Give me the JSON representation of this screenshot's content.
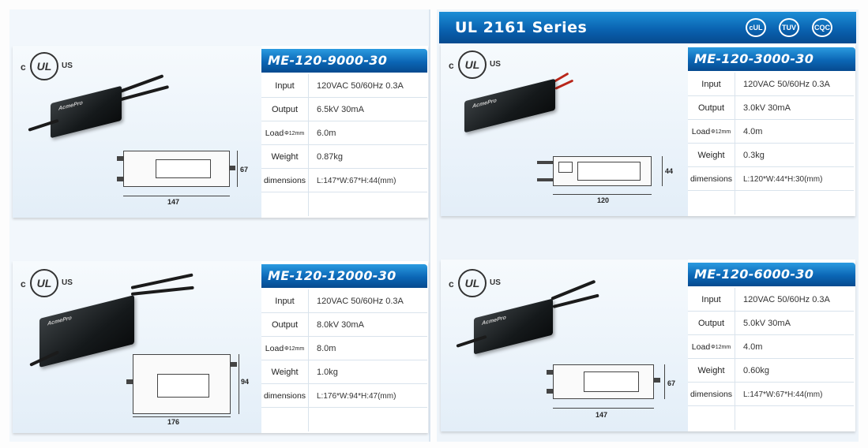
{
  "series": {
    "title": "UL 2161 Series",
    "certs": [
      "cUL",
      "TUV",
      "CQC"
    ]
  },
  "ul_mark": {
    "c": "c",
    "ul": "UL",
    "us": "US"
  },
  "spec_labels": {
    "input": "Input",
    "output": "Output",
    "load": "Load",
    "load_sub": "Φ12mm",
    "weight": "Weight",
    "dimensions": "dimensions"
  },
  "products": [
    {
      "model": "ME-120-9000-30",
      "input": "120VAC 50/60Hz 0.3A",
      "output": "6.5kV 30mA",
      "load": "6.0m",
      "weight": "0.87kg",
      "dimensions": "L:147*W:67*H:44(mm)",
      "dim_length": "147",
      "dim_width": "67"
    },
    {
      "model": "ME-120-3000-30",
      "input": "120VAC 50/60Hz 0.3A",
      "output": "3.0kV 30mA",
      "load": "4.0m",
      "weight": "0.3kg",
      "dimensions": "L:120*W:44*H:30(mm)",
      "dim_length": "120",
      "dim_width": "44"
    },
    {
      "model": "ME-120-12000-30",
      "input": "120VAC 50/60Hz 0.3A",
      "output": "8.0kV 30mA",
      "load": "8.0m",
      "weight": "1.0kg",
      "dimensions": "L:176*W:94*H:47(mm)",
      "dim_length": "176",
      "dim_width": "94"
    },
    {
      "model": "ME-120-6000-30",
      "input": "120VAC 50/60Hz 0.3A",
      "output": "5.0kV 30mA",
      "load": "4.0m",
      "weight": "0.60kg",
      "dimensions": "L:147*W:67*H:44(mm)",
      "dim_length": "147",
      "dim_width": "67"
    }
  ],
  "brand_label": "AcmePro",
  "colors": {
    "banner": "#0a63b1",
    "accent": "#2b9be0"
  }
}
